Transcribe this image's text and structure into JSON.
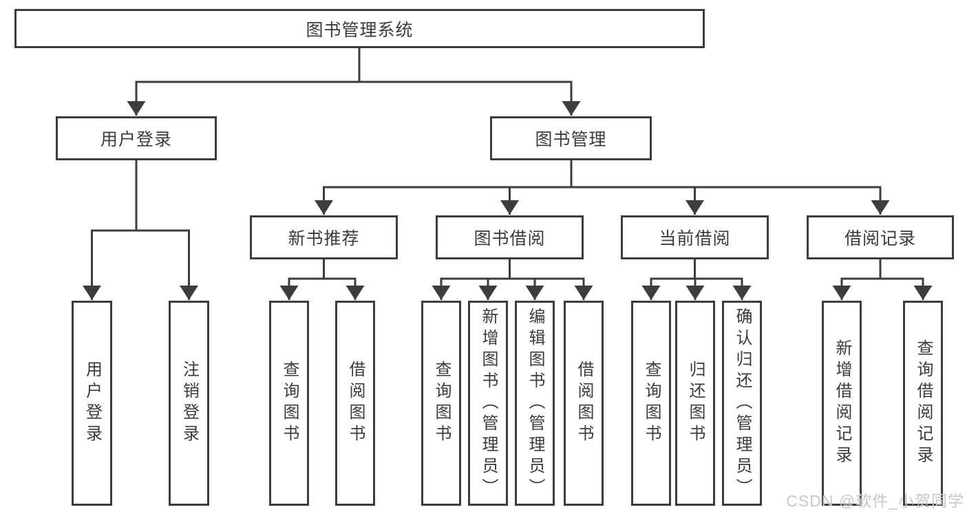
{
  "tree": {
    "label": "图书管理系统",
    "children": [
      {
        "label": "用户登录",
        "children": [
          {
            "label": "用户登录"
          },
          {
            "label": "注销登录"
          }
        ]
      },
      {
        "label": "图书管理",
        "children": [
          {
            "label": "新书推荐",
            "children": [
              {
                "label": "查询图书"
              },
              {
                "label": "借阅图书"
              }
            ]
          },
          {
            "label": "图书借阅",
            "children": [
              {
                "label": "查询图书"
              },
              {
                "label": "新增图书（管理员）"
              },
              {
                "label": "编辑图书（管理员）"
              },
              {
                "label": "借阅图书"
              }
            ]
          },
          {
            "label": "当前借阅",
            "children": [
              {
                "label": "查询图书"
              },
              {
                "label": "归还图书"
              },
              {
                "label": "确认归还（管理员）"
              }
            ]
          },
          {
            "label": "借阅记录",
            "children": [
              {
                "label": "新增借阅记录"
              },
              {
                "label": "查询借阅记录"
              }
            ]
          }
        ]
      }
    ]
  },
  "watermark": {
    "text": "CSDN @软件_小贺同学"
  },
  "colors": {
    "line": "#3d3d3d",
    "text": "#3b3b3b",
    "watermark": "#c8c8c8",
    "background": "#ffffff"
  }
}
